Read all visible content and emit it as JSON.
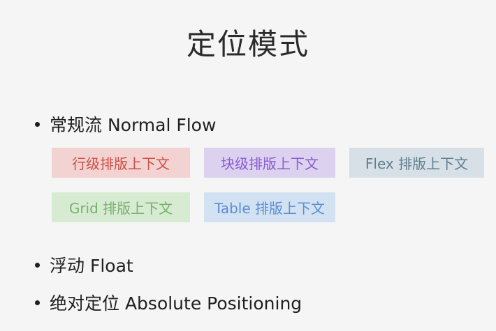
{
  "slide": {
    "title": "定位模式",
    "bullets": {
      "normal_flow": "常规流 Normal Flow",
      "float": "浮动 Float",
      "absolute": "绝对定位 Absolute Positioning"
    },
    "tags": {
      "inline": "行级排版上下文",
      "block": "块级排版上下文",
      "flex": "Flex 排版上下文",
      "grid": "Grid 排版上下文",
      "table": "Table 排版上下文"
    }
  },
  "colors": {
    "inline": "#cf4e46",
    "block": "#8b5bd0",
    "flex": "#5f7f90",
    "grid": "#79b06d",
    "table": "#5b8ed3"
  }
}
